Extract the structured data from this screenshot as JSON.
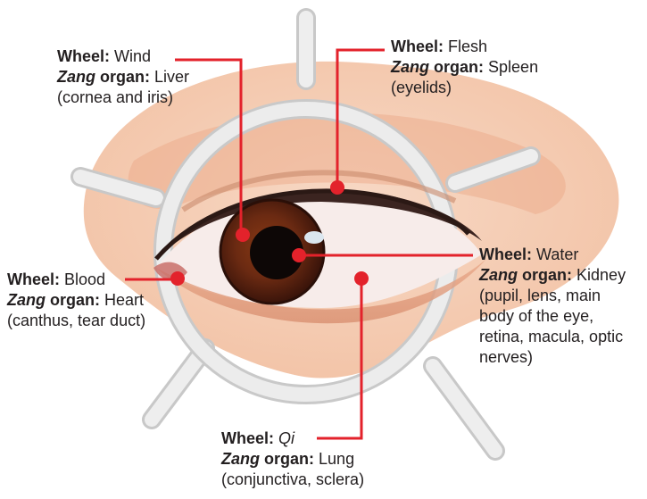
{
  "colors": {
    "leader": "#e3222b",
    "text": "#231f20",
    "wheel": "#e8e8e8",
    "wheel_stroke": "#c9c9c9",
    "skin": "#f3c6a8",
    "iris": "#6b2a12"
  },
  "labels": {
    "wind": {
      "wheel_key": "Wheel:",
      "wheel_val": "Wind",
      "organ_key_em": "Zang",
      "organ_key": "organ:",
      "organ_val": "Liver",
      "detail": "(cornea and iris)"
    },
    "flesh": {
      "wheel_key": "Wheel:",
      "wheel_val": "Flesh",
      "organ_key_em": "Zang",
      "organ_key": "organ:",
      "organ_val": "Spleen",
      "detail": "(eyelids)"
    },
    "blood": {
      "wheel_key": "Wheel:",
      "wheel_val": "Blood",
      "organ_key_em": "Zang",
      "organ_key": "organ:",
      "organ_val": "Heart",
      "detail": "(canthus, tear duct)"
    },
    "water": {
      "wheel_key": "Wheel:",
      "wheel_val": "Water",
      "organ_key_em": "Zang",
      "organ_key": "organ:",
      "organ_val": "Kidney",
      "detail_lines": [
        "(pupil, lens, main",
        "body of the eye,",
        "retina, macula, optic",
        "nerves)"
      ]
    },
    "qi": {
      "wheel_key": "Wheel:",
      "wheel_val": "Qi",
      "organ_key_em": "Zang",
      "organ_key": "organ:",
      "organ_val": "Lung",
      "detail": "(conjunctiva, sclera)"
    }
  }
}
